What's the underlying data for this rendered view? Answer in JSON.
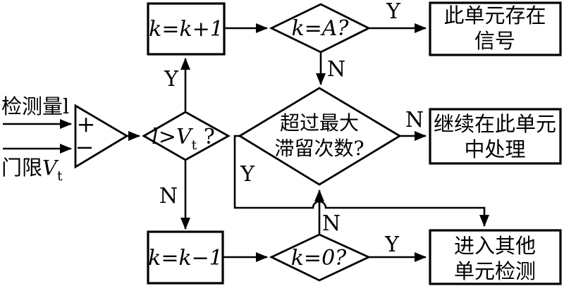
{
  "figure": {
    "background": "#ffffff",
    "ink": "#000000"
  },
  "inputs": {
    "detect_label": "检测量l",
    "threshold_prefix": "门限",
    "threshold_var": "V",
    "threshold_sub": "t",
    "plus": "+",
    "minus": "−"
  },
  "process": {
    "increment": "k=k+1",
    "decrement": "k=k−1"
  },
  "decisions": {
    "compare_main": "l>V",
    "compare_sub": "t",
    "compare_tail": " ?",
    "k_equals_A": "k=A?",
    "stay_line1": "超过最大",
    "stay_line2": "滞留次数?",
    "k_equals_0": "k=0?"
  },
  "results": {
    "signal_line1": "此单元存在",
    "signal_line2": "信号",
    "continue_line1": "继续在此单元",
    "continue_line2": "中处理",
    "other_line1": "进入其他",
    "other_line2": "单元检测"
  },
  "branches": {
    "yes": "Y",
    "no": "N"
  }
}
